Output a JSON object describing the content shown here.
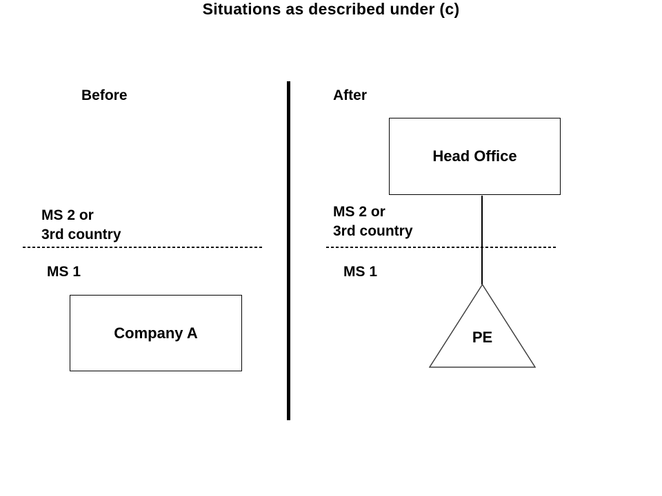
{
  "title": "Situations as described under (c)",
  "colors": {
    "text": "#000000",
    "background": "#ffffff",
    "divider": "#000000",
    "box_border": "#000000",
    "triangle_stroke": "#404040"
  },
  "before": {
    "label": "Before",
    "region_top_line1": "MS 2 or",
    "region_top_line2": "3rd country",
    "region_bottom": "MS 1",
    "box_label": "Company A"
  },
  "after": {
    "label": "After",
    "head_office_label": "Head Office",
    "region_top_line1": "MS 2 or",
    "region_top_line2": "3rd country",
    "region_bottom": "MS 1",
    "pe_label": "PE"
  }
}
